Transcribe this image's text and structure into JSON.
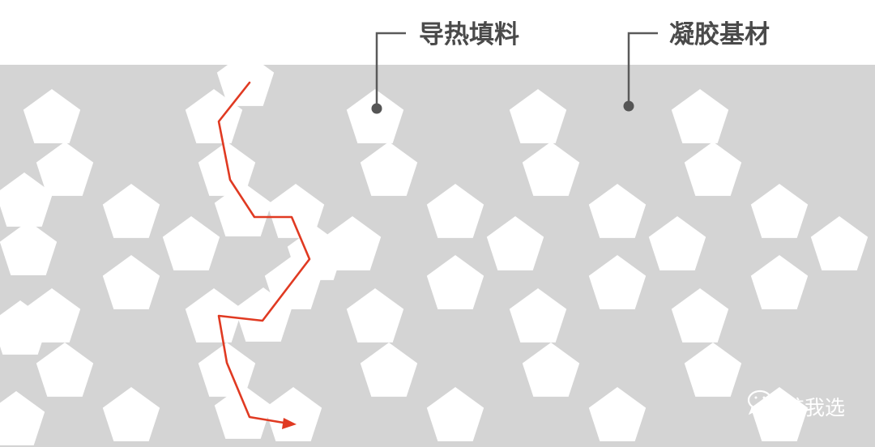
{
  "labels": {
    "filler": "导热填料",
    "matrix": "凝胶基材"
  },
  "watermark": {
    "icon": "wechat-icon",
    "text": "胶我选"
  },
  "colors": {
    "background": "#ffffff",
    "matrix": "#d4d4d4",
    "filler": "#ffffff",
    "leader": "#5a5a5a",
    "label": "#4a4a4a",
    "heat_path": "#e03a22",
    "watermark": "#ffffff"
  }
}
